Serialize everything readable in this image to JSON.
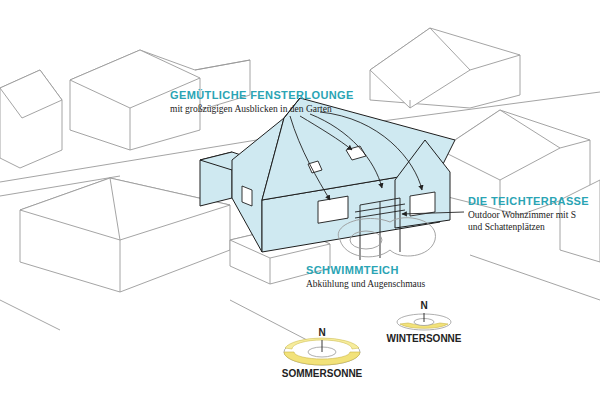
{
  "diagram": {
    "labels": [
      "GEMÜTLICHE FENSTERLOUNGE",
      "mit großzügigen Ausblicken in den Garten",
      "DIE TEICHTERRASSE",
      "Outdoor Wohnzimmer mit S und Schattenplätzen",
      "SCHWIMMTEICH",
      "Abkühlung und Augenschmaus",
      "N",
      "SOMMERSONNE",
      "N",
      "WINTERSONNE"
    ]
  }
}
